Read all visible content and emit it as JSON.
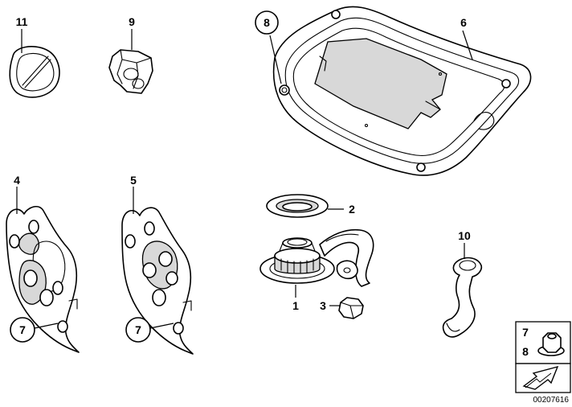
{
  "callouts": {
    "c1": "1",
    "c2": "2",
    "c3": "3",
    "c4": "4",
    "c5": "5",
    "c6": "6",
    "c7a": "7",
    "c7b": "7",
    "c8": "8",
    "c9": "9",
    "c10": "10",
    "c11": "11"
  },
  "legend": {
    "nut_label_top": "7",
    "nut_label_bottom": "8"
  },
  "document_number": "00207616"
}
